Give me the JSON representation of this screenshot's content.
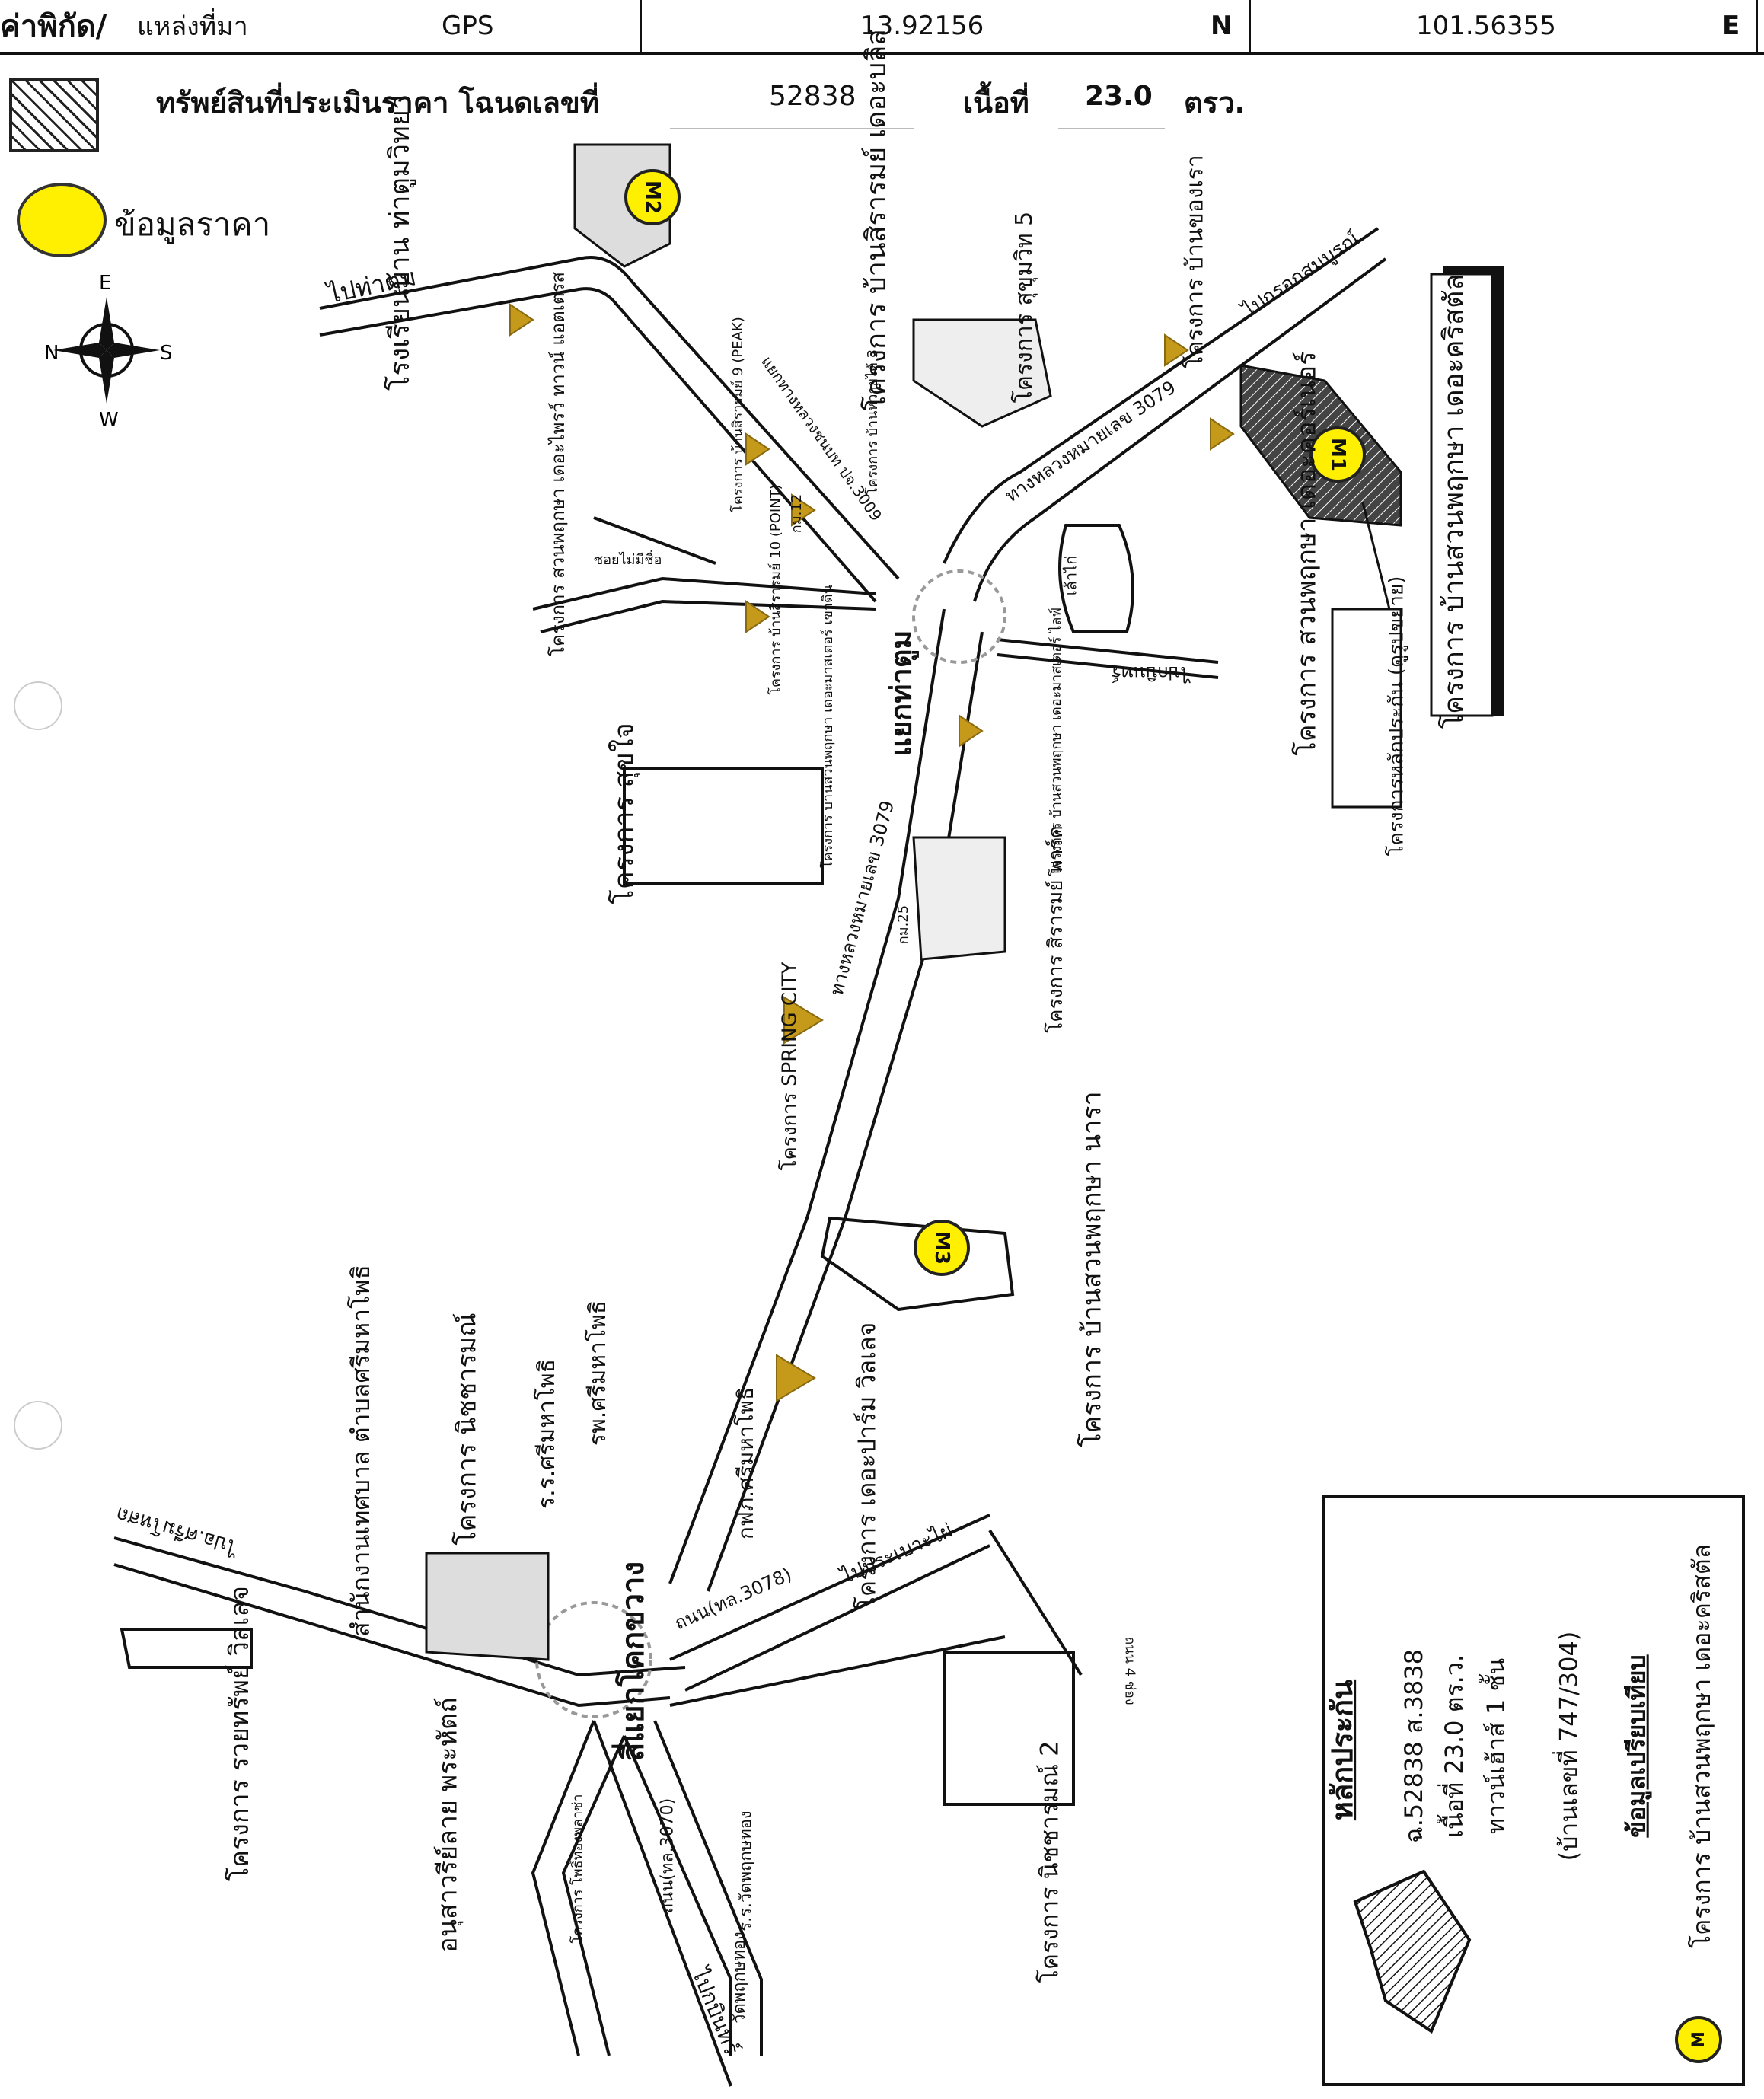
{
  "header": {
    "coord_label": "ค่าพิกัด/",
    "source_label": "แหล่งที่มา",
    "source_value": "GPS",
    "lat_value": "13.92156",
    "lat_dir": "N",
    "lon_value": "101.56355",
    "lon_dir": "E"
  },
  "asset": {
    "label": "ทรัพย์สินที่ประเมินราคา โฉนดเลขที่",
    "deed_no": "52838",
    "area_label": "เนื้อที่",
    "area_value": "23.0",
    "area_unit": "ตรว."
  },
  "legend_top": {
    "price_data": "ข้อมูลราคา"
  },
  "compass": {
    "n": "N",
    "e": "E",
    "s": "S",
    "w": "W"
  },
  "map_labels": {
    "school_thatum": "โรงเรียนบ้าน ท่าตูมวิทยา",
    "to_thatum": "ไปท่าตูม",
    "proj_suanphrueksa_town": "โครงการ สวนพฤกษา เดอะไพรว์ ทาวน์ แอตเตรส",
    "proj_sirarom_bliss": "โครงการ บ้านสิรารมย์ เดอะบลิส",
    "proj_sirarom_peak": "โครงการ บ้านสิรารมย์ 9 (PEAK)",
    "proj_sirarom_point": "โครงการ บ้านสิรารมย์ 10 (POINT)",
    "road_3009": "แยกทางหลวงชนบท ปจ.3009",
    "km12": "กม.12",
    "soi_mai_mee_chue": "ซอยไม่มีชื่อ",
    "proj_baan_wathai3": "โครงการ บ้านหวายไต้ 3",
    "proj_sukhumvit5": "โครงการ สุขุมวิท 5",
    "proj_baan_khong_rao": "โครงการ บ้านของเรา",
    "to_prachinburi_ramsomboon": "ไปกรอกสมบูรณ์",
    "hwy_3079_a": "ทางหลวงหมายเลข 3079",
    "proj_suanphrueksa_corner": "โครงการ สวนพฤกษา เดอะคอร์เนอร์",
    "m1": "M1",
    "m2": "M2",
    "m3": "M3",
    "proj_crystal": "โครงการ บ้านสวนพฤกษา เดอะคริสตัล",
    "collateral_expand": "โครงการหลักประกัน (ดูรูปขยาย)",
    "lake": "เล้าไก่",
    "to_nong_ngu": "ไปกบินทร์",
    "junction_thatum": "แยกท่าตูม",
    "proj_suanphrueksa_master": "โครงการ บ้านสวนพฤกษา เดอะมาสเตอร์ เขาดิน",
    "proj_suanphrueksa_master_life": "โครงการ บ้านสวนพฤกษา เดอะมาสเตอร์ ไลฟ์",
    "proj_sukjai": "โครงการ สุขใจ",
    "hwy_3079_b": "ทางหลวงหมายเลข 3079",
    "km25": "กม.25",
    "proj_sirarom_park": "โครงการ สิรารมย์ พาร์ค",
    "proj_spring_city": "โครงการ SPRING CITY",
    "proj_nara": "โครงการ บ้านสวนพฤกษา นารา",
    "proj_nitcharom": "โครงการ นิชชารมณ์",
    "school_srimahaphot": "ร.ร.ศรีมหาโพธิ",
    "hosp_srimahaphot": "รพ.ศรีมหาโพธิ",
    "pea_srimahaphot": "กฟภ.ศรีมหาโพธิ",
    "proj_the_prime": "โครงการ เดอะปาร์ม วิลเลจ",
    "municipal_office": "สำนักงานเทศบาล ตำบลศรีมหาโพธิ",
    "to_prachantakham": "ไปอ.ศรีมโหสถ",
    "road_3078": "ถนน(ทล.3078)",
    "to_pracha": "ไปประเบาะไผ่",
    "junction_khokkhwang": "สี่แยกโคกขวาง",
    "proj_ruaysap": "โครงการ รวยทรัพย์ วิลเลจ",
    "monument": "อนุสาวรีย์ลาย พระหัตถ์",
    "proj_photong": "โครงการ โพธิ์ทองพลาซ่า",
    "road_3070": "ถนน(ทล.3070)",
    "school_watphuttong": "ร.ร.วัดพฤกษทอง",
    "wat_phuttong": "วัดพฤกษทอง",
    "to_kabin": "ไปกบินทร์",
    "proj_nitcharom2": "โครงการ นิชชารมณ์ 2",
    "road_4_lane": "ถนน 4 ช่อง"
  },
  "legend_box": {
    "title": "หลักประกัน",
    "line1": "ฉ.52838 ส.3838",
    "line2": "เนื้อที่ 23.0 ตร.ว.",
    "line3": "ทาวน์เฮ้าส์ 1 ชั้น",
    "line4": "(บ้านเลขที่ 747/304)",
    "line5": "โครงการ บ้านสวนพฤกษา เดอะคริสตัล",
    "line6": "ข้อมูลเปรียบเทียบ",
    "m_symbol": "M"
  },
  "colors": {
    "marker": "#ffef00",
    "house_icon": "#c59a1a",
    "ink": "#111111"
  }
}
